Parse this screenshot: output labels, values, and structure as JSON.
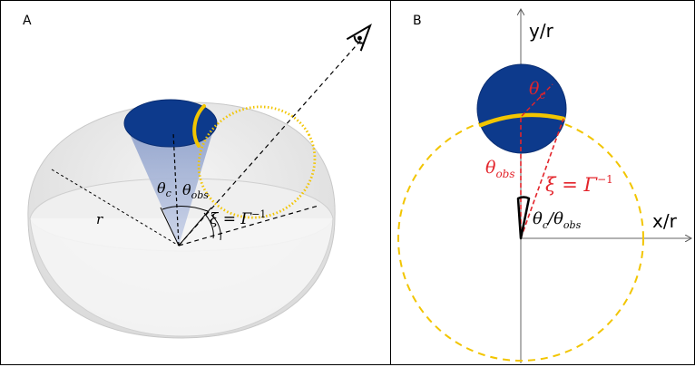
{
  "panel_a": {
    "letter": "A",
    "label_theta_c": "θ",
    "label_theta_c_sub": "c",
    "label_theta_obs": "θ",
    "label_theta_obs_sub": "obs",
    "label_r": "r",
    "label_xi": "ξ = Γ",
    "label_xi_exp": "−1"
  },
  "panel_b": {
    "letter": "B",
    "axis_y": "y/r",
    "axis_x": "x/r",
    "label_theta_c": "θ",
    "label_theta_c_sub": "c",
    "label_theta_obs": "θ",
    "label_theta_obs_sub": "obs",
    "label_xi": "ξ = Γ",
    "label_xi_exp": "−1",
    "label_ratio": "θ",
    "label_ratio_sub": "c",
    "label_ratio_mid": "/θ",
    "label_ratio_sub2": "obs"
  },
  "colors": {
    "jet_blue": "#0d3a8c",
    "jet_edge": "#0a2e73",
    "ring_yellow": "#f2c500",
    "label_red": "#e3242b",
    "dome_gray": "#e6e6e6"
  }
}
